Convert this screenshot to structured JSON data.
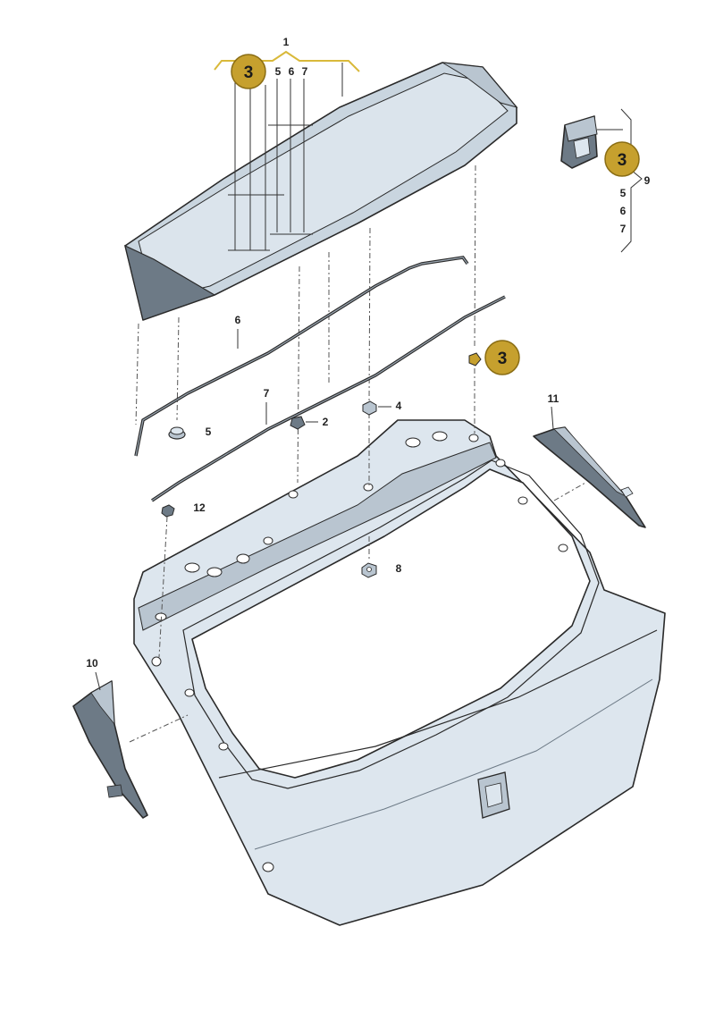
{
  "colors": {
    "part_fill": "#dde6ee",
    "part_shade": "#b9c5d0",
    "part_dark": "#6d7a86",
    "outline": "#2a2a2a",
    "badge_fill": "#c6a02e",
    "badge_ring": "#8a6d14",
    "bracket": "#d9b93a"
  },
  "callouts": {
    "spoiler": "1",
    "spoiler_sub_5": "5",
    "spoiler_sub_6": "6",
    "spoiler_sub_7": "7",
    "clip_2": "2",
    "nut_4": "4",
    "grommet_5": "5",
    "seal_6": "6",
    "seal_7": "7",
    "nut_8": "8",
    "set_9": "9",
    "set_9_item_5": "5",
    "set_9_item_6": "6",
    "set_9_item_7": "7",
    "trim_10": "10",
    "trim_11": "11",
    "nut_12": "12"
  },
  "badges": {
    "badge_spoiler": "3",
    "badge_set": "3",
    "badge_clip": "3"
  },
  "icons": {
    "spoiler": "rear-spoiler-icon",
    "tailgate": "tailgate-icon",
    "left_trim": "left-trim-icon",
    "right_trim": "right-trim-icon",
    "clip_set": "clip-set-icon"
  }
}
